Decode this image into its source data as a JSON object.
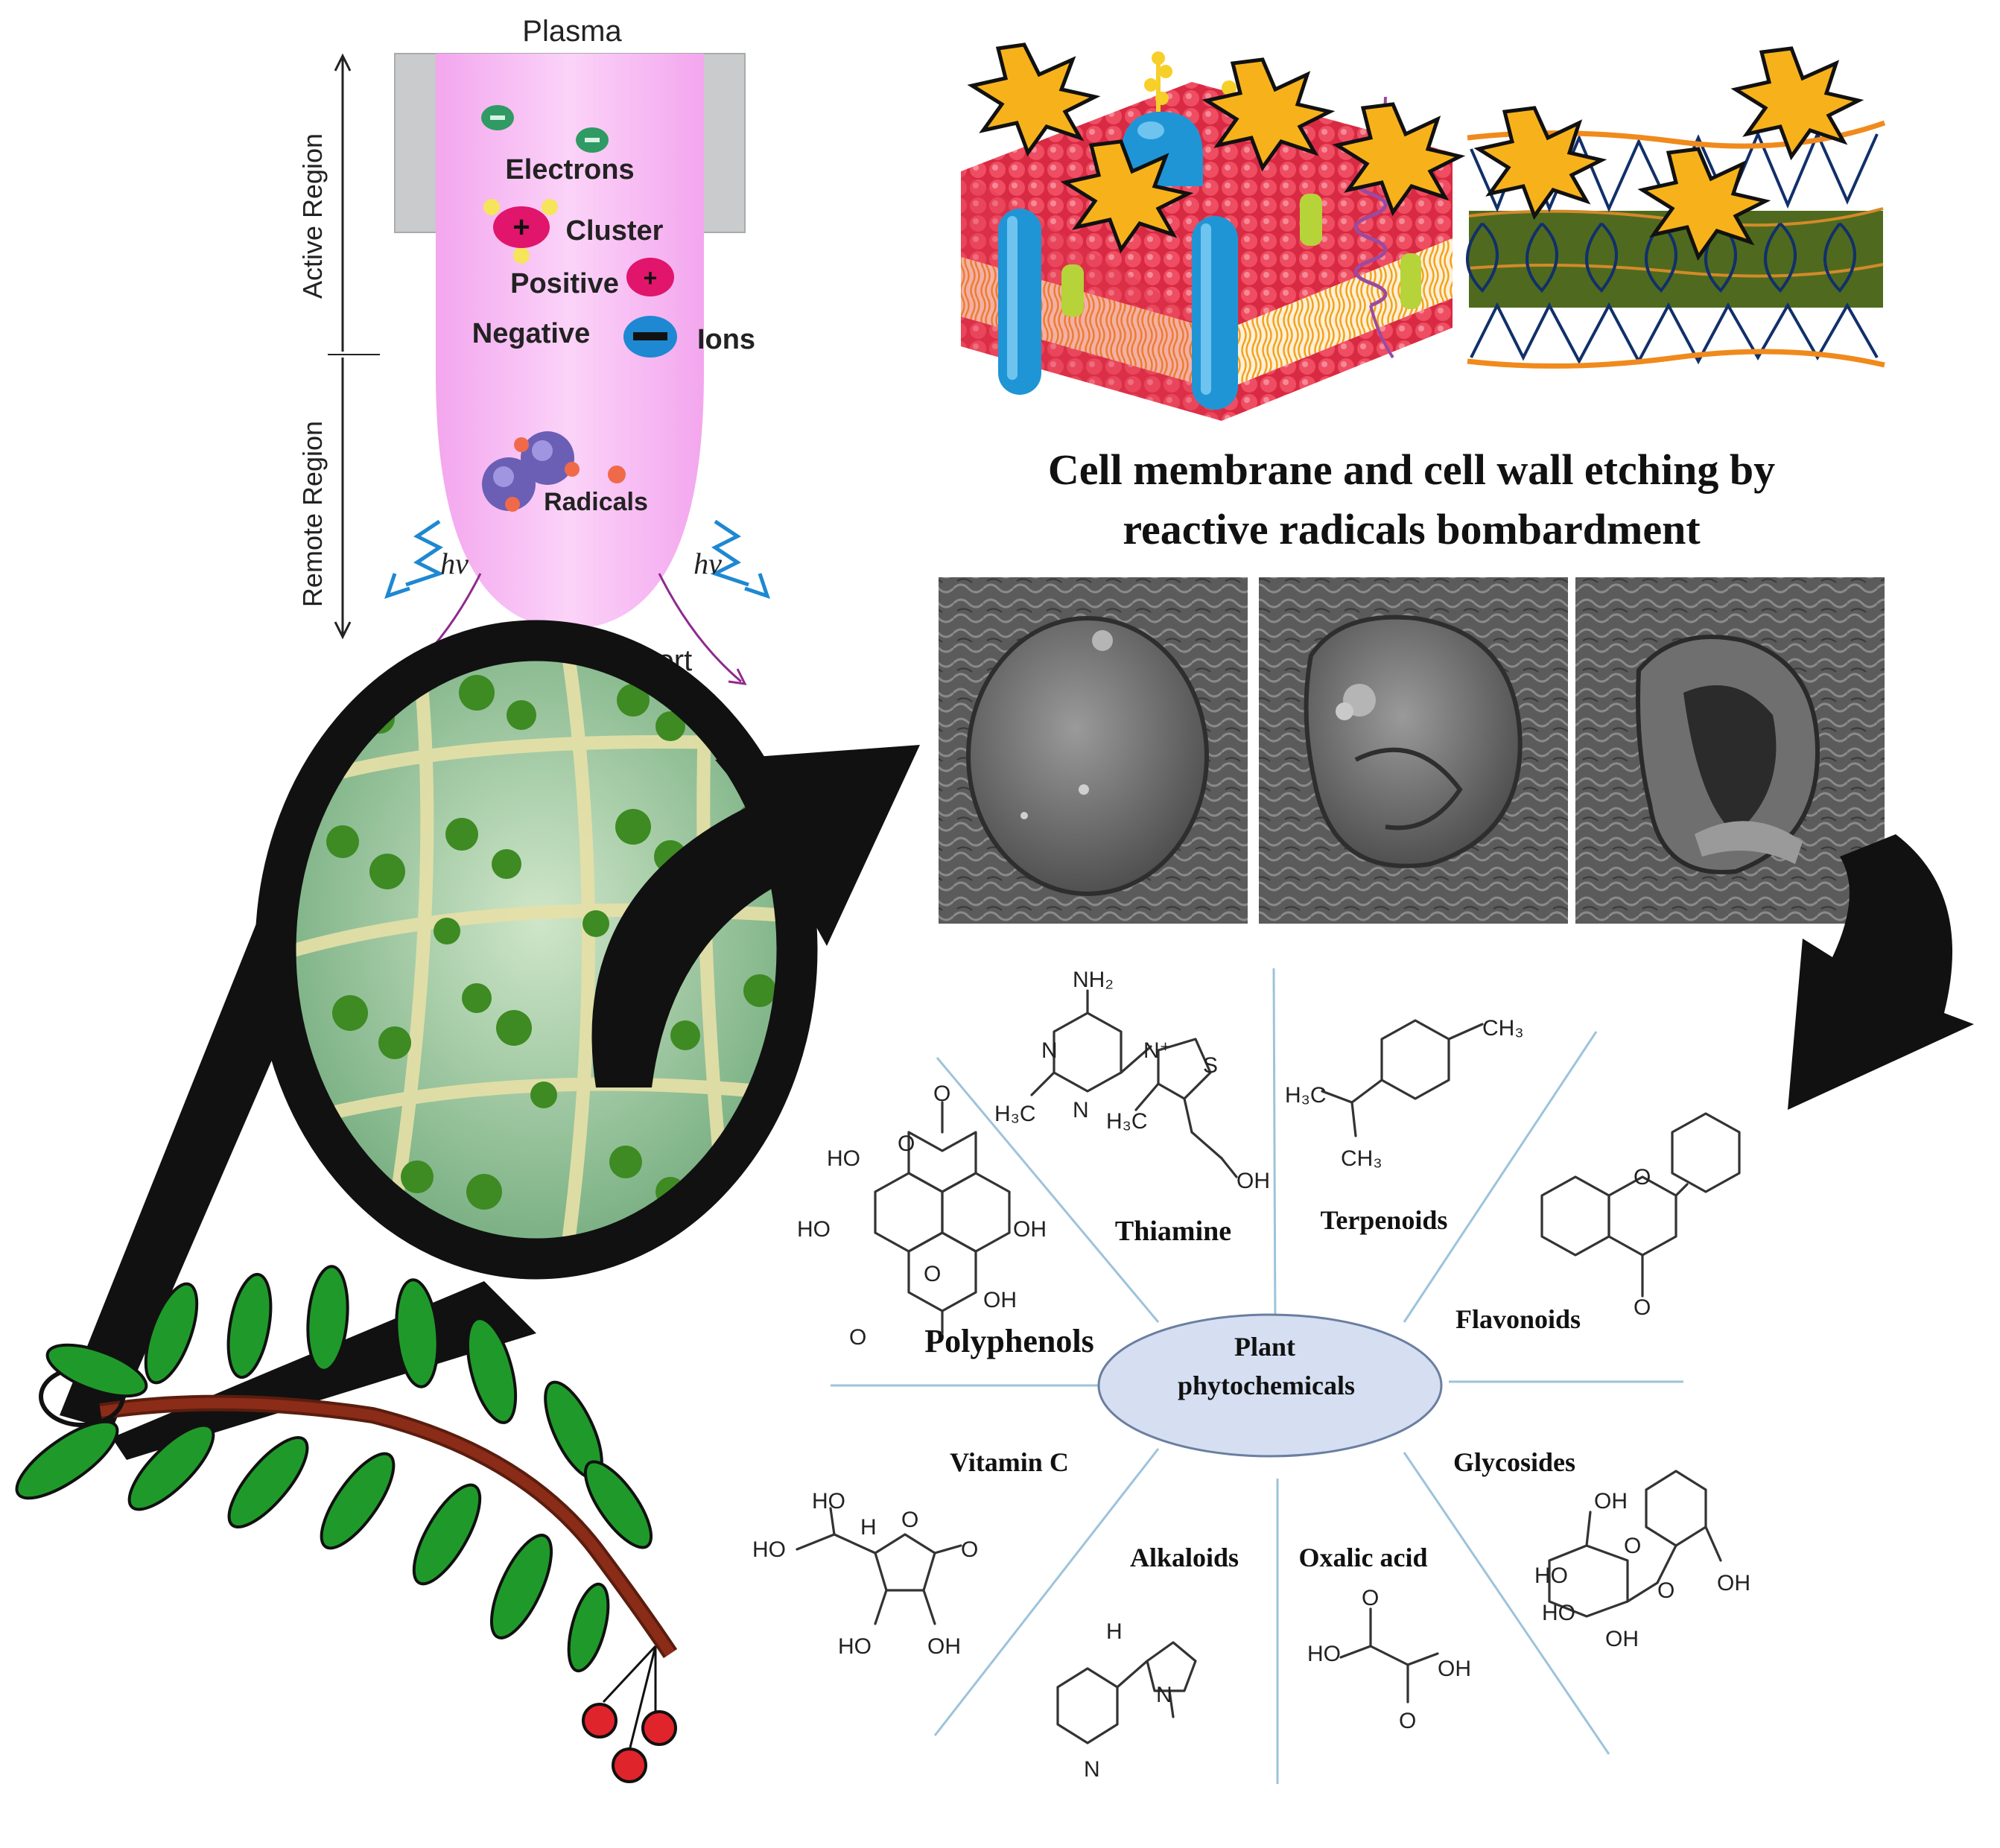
{
  "plasma": {
    "title": "Plasma",
    "active_region": "Active Region",
    "remote_region": "Remote Region",
    "electrons": "Electrons",
    "cluster": "Cluster",
    "positive": "Positive",
    "negative": "Negative",
    "ions": "Ions",
    "radicals": "Radicals",
    "hv_left": "hv",
    "hv_right": "hv",
    "species_transport": "Species Transport"
  },
  "etching": {
    "caption_line1": "Cell membrane and cell wall etching by",
    "caption_line2": "reactive radicals bombardment"
  },
  "phytochemicals": {
    "center_line1": "Plant",
    "center_line2": "phytochemicals",
    "classes": {
      "thiamine": "Thiamine",
      "terpenoids": "Terpenoids",
      "flavonoids": "Flavonoids",
      "polyphenols": "Polyphenols",
      "glycosides": "Glycosides",
      "vitamin_c": "Vitamin C",
      "alkaloids": "Alkaloids",
      "oxalic_acid": "Oxalic acid"
    },
    "atoms": {
      "nh2": "NH₂",
      "ch3": "CH₃",
      "h3c": "H₃C",
      "oh": "OH",
      "ho": "HO",
      "n": "N",
      "n_plus": "N⁺",
      "s": "S",
      "o": "O",
      "h": "H"
    }
  },
  "colors": {
    "plasma_pink": "#f6b4f2",
    "electron_green": "#2f9a63",
    "positive_magenta": "#e0156b",
    "negative_blue": "#1e88d2",
    "radical_purple": "#6a5fb5",
    "membrane_red": "#e8394f",
    "protein_blue": "#1f95d6",
    "wall_green": "#4f6a1e",
    "wall_orange": "#f08a1c",
    "burst_yellow": "#f7b21b",
    "leaf_green": "#1f9a2a",
    "stem_brown": "#8b2c18",
    "berry_red": "#e0242b",
    "ellipse_fill": "#d5dff1",
    "ray_blue": "#9ec3db"
  }
}
